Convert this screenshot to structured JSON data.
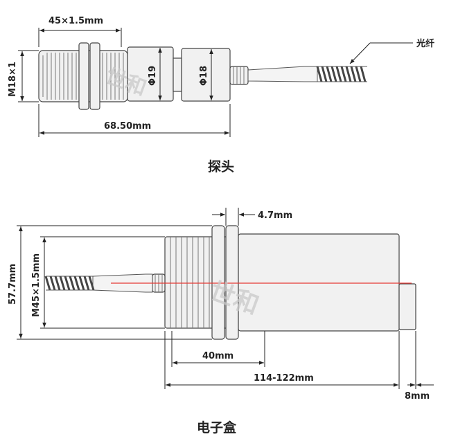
{
  "probe": {
    "caption": "探头",
    "dims": {
      "thread_length": "45×1.5mm",
      "thread_diameter": "M18×1",
      "d1": "Φ19",
      "d2": "Φ18",
      "total_length": "68.50mm"
    },
    "fiber_label": "光纤"
  },
  "box": {
    "caption": "电子盒",
    "dims": {
      "nut_width": "4.7mm",
      "height": "57.7mm",
      "thread": "M45×1.5mm",
      "thread_length": "40mm",
      "length": "114-122mm",
      "window": "8mm"
    }
  },
  "watermark": "世和",
  "colors": {
    "laser": "#e53935",
    "line": "#222222",
    "body": "#f1f1f1"
  }
}
